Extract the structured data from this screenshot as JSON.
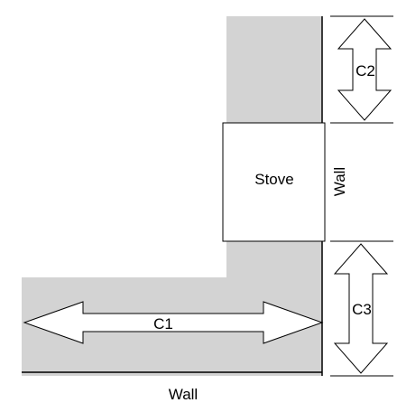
{
  "labels": {
    "stove": "Stove",
    "c1": "C1",
    "c2": "C2",
    "c3": "C3",
    "wall_right": "Wall",
    "wall_bottom": "Wall"
  },
  "colors": {
    "counter_fill": "#d3d3d3",
    "stove_fill": "#ffffff",
    "outline": "#000000",
    "background": "#ffffff"
  }
}
